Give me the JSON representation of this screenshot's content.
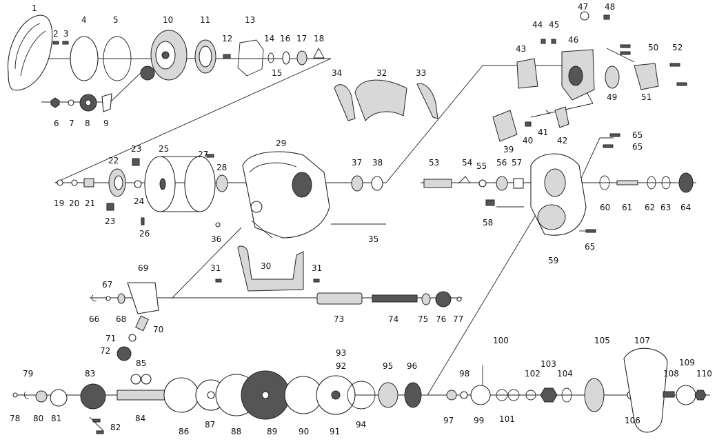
{
  "diagram": {
    "callouts": [
      {
        "id": "p1",
        "text": "1"
      },
      {
        "id": "p2",
        "text": "2"
      },
      {
        "id": "p3",
        "text": "3"
      },
      {
        "id": "p4",
        "text": "4"
      },
      {
        "id": "p5",
        "text": "5"
      },
      {
        "id": "p6",
        "text": "6"
      },
      {
        "id": "p7",
        "text": "7"
      },
      {
        "id": "p8",
        "text": "8"
      },
      {
        "id": "p9",
        "text": "9"
      },
      {
        "id": "p10",
        "text": "10"
      },
      {
        "id": "p11",
        "text": "11"
      },
      {
        "id": "p12",
        "text": "12"
      },
      {
        "id": "p13",
        "text": "13"
      },
      {
        "id": "p14",
        "text": "14"
      },
      {
        "id": "p15",
        "text": "15"
      },
      {
        "id": "p16",
        "text": "16"
      },
      {
        "id": "p17",
        "text": "17"
      },
      {
        "id": "p18",
        "text": "18"
      },
      {
        "id": "p19",
        "text": "19"
      },
      {
        "id": "p20",
        "text": "20"
      },
      {
        "id": "p21",
        "text": "21"
      },
      {
        "id": "p22",
        "text": "22"
      },
      {
        "id": "p23a",
        "text": "23"
      },
      {
        "id": "p23b",
        "text": "23"
      },
      {
        "id": "p24",
        "text": "24"
      },
      {
        "id": "p25",
        "text": "25"
      },
      {
        "id": "p26",
        "text": "26"
      },
      {
        "id": "p27",
        "text": "27"
      },
      {
        "id": "p28",
        "text": "28"
      },
      {
        "id": "p29",
        "text": "29"
      },
      {
        "id": "p30",
        "text": "30"
      },
      {
        "id": "p31a",
        "text": "31"
      },
      {
        "id": "p31b",
        "text": "31"
      },
      {
        "id": "p32",
        "text": "32"
      },
      {
        "id": "p33",
        "text": "33"
      },
      {
        "id": "p34",
        "text": "34"
      },
      {
        "id": "p35",
        "text": "35"
      },
      {
        "id": "p36",
        "text": "36"
      },
      {
        "id": "p37",
        "text": "37"
      },
      {
        "id": "p38",
        "text": "38"
      },
      {
        "id": "p39",
        "text": "39"
      },
      {
        "id": "p40",
        "text": "40"
      },
      {
        "id": "p41",
        "text": "41"
      },
      {
        "id": "p42",
        "text": "42"
      },
      {
        "id": "p43",
        "text": "43"
      },
      {
        "id": "p44",
        "text": "44"
      },
      {
        "id": "p45",
        "text": "45"
      },
      {
        "id": "p46",
        "text": "46"
      },
      {
        "id": "p47",
        "text": "47"
      },
      {
        "id": "p48",
        "text": "48"
      },
      {
        "id": "p49",
        "text": "49"
      },
      {
        "id": "p50",
        "text": "50"
      },
      {
        "id": "p51",
        "text": "51"
      },
      {
        "id": "p52",
        "text": "52"
      },
      {
        "id": "p53",
        "text": "53"
      },
      {
        "id": "p54",
        "text": "54"
      },
      {
        "id": "p55",
        "text": "55"
      },
      {
        "id": "p56",
        "text": "56"
      },
      {
        "id": "p57",
        "text": "57"
      },
      {
        "id": "p58",
        "text": "58"
      },
      {
        "id": "p59",
        "text": "59"
      },
      {
        "id": "p60",
        "text": "60"
      },
      {
        "id": "p61",
        "text": "61"
      },
      {
        "id": "p62",
        "text": "62"
      },
      {
        "id": "p63",
        "text": "63"
      },
      {
        "id": "p64",
        "text": "64"
      },
      {
        "id": "p65a",
        "text": "65"
      },
      {
        "id": "p65b",
        "text": "65"
      },
      {
        "id": "p65c",
        "text": "65"
      },
      {
        "id": "p66",
        "text": "66"
      },
      {
        "id": "p67",
        "text": "67"
      },
      {
        "id": "p68",
        "text": "68"
      },
      {
        "id": "p69",
        "text": "69"
      },
      {
        "id": "p70",
        "text": "70"
      },
      {
        "id": "p71",
        "text": "71"
      },
      {
        "id": "p72",
        "text": "72"
      },
      {
        "id": "p73",
        "text": "73"
      },
      {
        "id": "p74",
        "text": "74"
      },
      {
        "id": "p75",
        "text": "75"
      },
      {
        "id": "p76",
        "text": "76"
      },
      {
        "id": "p77",
        "text": "77"
      },
      {
        "id": "p78",
        "text": "78"
      },
      {
        "id": "p79",
        "text": "79"
      },
      {
        "id": "p80",
        "text": "80"
      },
      {
        "id": "p81",
        "text": "81"
      },
      {
        "id": "p82",
        "text": "82"
      },
      {
        "id": "p83",
        "text": "83"
      },
      {
        "id": "p84",
        "text": "84"
      },
      {
        "id": "p85",
        "text": "85"
      },
      {
        "id": "p86",
        "text": "86"
      },
      {
        "id": "p87",
        "text": "87"
      },
      {
        "id": "p88",
        "text": "88"
      },
      {
        "id": "p89",
        "text": "89"
      },
      {
        "id": "p90",
        "text": "90"
      },
      {
        "id": "p91",
        "text": "91"
      },
      {
        "id": "p92",
        "text": "92"
      },
      {
        "id": "p93",
        "text": "93"
      },
      {
        "id": "p94",
        "text": "94"
      },
      {
        "id": "p95",
        "text": "95"
      },
      {
        "id": "p96",
        "text": "96"
      },
      {
        "id": "p97",
        "text": "97"
      },
      {
        "id": "p98",
        "text": "98"
      },
      {
        "id": "p99",
        "text": "99"
      },
      {
        "id": "p100",
        "text": "100"
      },
      {
        "id": "p101",
        "text": "101"
      },
      {
        "id": "p102",
        "text": "102"
      },
      {
        "id": "p103",
        "text": "103"
      },
      {
        "id": "p104",
        "text": "104"
      },
      {
        "id": "p105",
        "text": "105"
      },
      {
        "id": "p106",
        "text": "106"
      },
      {
        "id": "p107",
        "text": "107"
      },
      {
        "id": "p108",
        "text": "108"
      },
      {
        "id": "p109",
        "text": "109"
      },
      {
        "id": "p110",
        "text": "110"
      }
    ]
  }
}
